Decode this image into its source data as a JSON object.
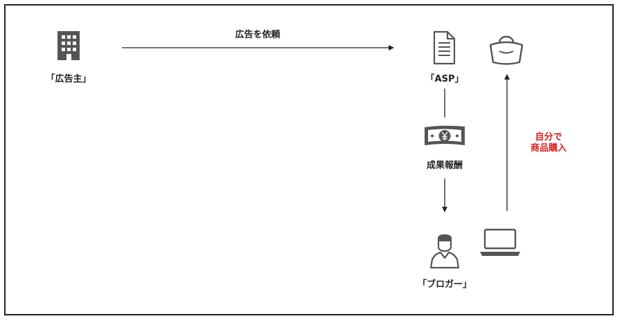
{
  "nodes": {
    "advertiser": {
      "label": "「広告主」",
      "icon": "building-icon"
    },
    "asp": {
      "label": "「ASP」",
      "icon": "document-icon"
    },
    "shopping": {
      "icon": "shopping-bag-icon"
    },
    "reward": {
      "label": "成果報酬",
      "icon": "yen-banknote-icon"
    },
    "blogger": {
      "label": "「ブロガー」",
      "icon": "person-icon"
    },
    "laptop": {
      "icon": "laptop-icon"
    }
  },
  "edges": {
    "request": {
      "label": "広告を依頼"
    },
    "self_purchase": {
      "label_line1": "自分で",
      "label_line2": "商品購入"
    }
  },
  "colors": {
    "ink": "#222222",
    "icon": "#555555",
    "accent": "#d92020"
  }
}
